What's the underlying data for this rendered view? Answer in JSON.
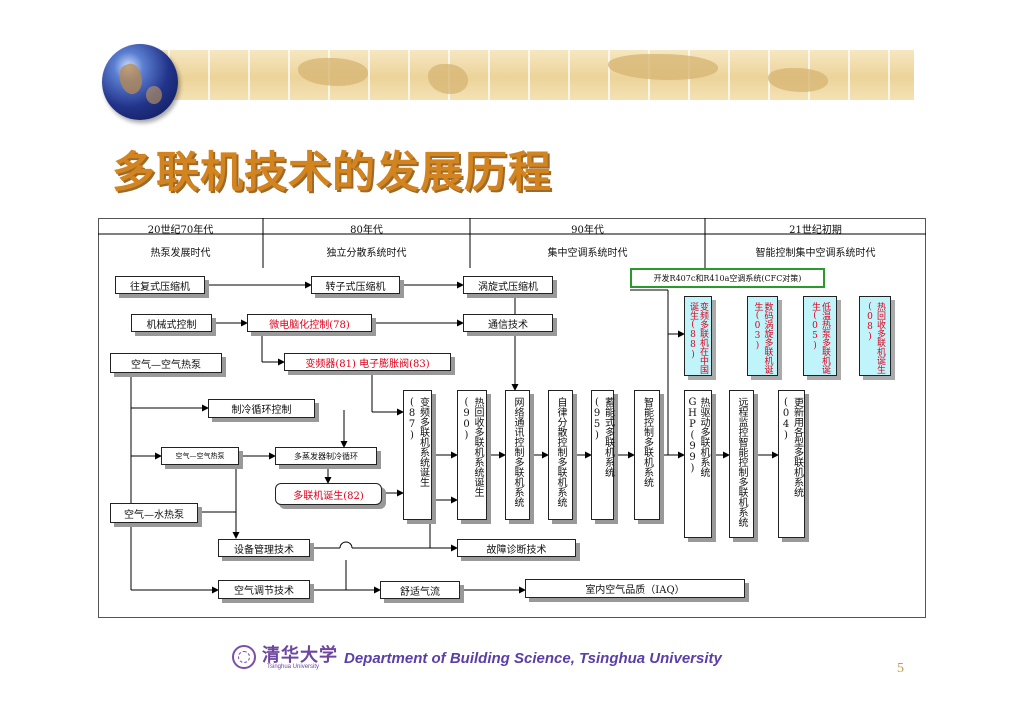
{
  "slide": {
    "title": "多联机技术的发展历程",
    "footer": "Department of Building Science, Tsinghua University",
    "page_number": "5",
    "logo_cn": "清华大学",
    "logo_en": "Tsinghua University"
  },
  "eras": [
    {
      "period": "20世纪70年代",
      "name": "热泵发展时代"
    },
    {
      "period": "80年代",
      "name": "独立分散系统时代"
    },
    {
      "period": "90年代",
      "name": "集中空调系统时代"
    },
    {
      "period": "21世纪初期",
      "name": "智能控制集中空调系统时代"
    }
  ],
  "nodes": {
    "reciprocating": "往复式压缩机",
    "rotary": "转子式压缩机",
    "scroll": "涡旋式压缩机",
    "mechanical_control": "机械式控制",
    "microcomputer": "微电脑化控制(78)",
    "communication": "通信技术",
    "air_air_hp": "空气—空气热泵",
    "inverter_eev": "变频器(81)   电子膨胀阀(83)",
    "refrig_cycle": "制冷循环控制",
    "air_air_hp_small": "空气—空气热泵",
    "multi_evap": "多蒸发器制冷循环",
    "vrf_birth": "多联机诞生(82)",
    "air_water_hp": "空气—水热泵",
    "equipment_mgmt": "设备管理技术",
    "fault_diag": "故障诊断技术",
    "ac_tech": "空气调节技术",
    "comfort_airflow": "舒适气流",
    "iaq": "室内空气品质（IAQ）",
    "refrigerant": "开发R407c和R410a空调系统(CFC对策)",
    "v_inverter_vrf": "变频多联机系统诞生(87)",
    "v_heat_recovery": "热回收多联机系统诞生(90)",
    "v_network": "网络通讯控制多联机系统",
    "v_autonomous": "自律分散控制多联机系统",
    "v_storage": "蓄能式多联机系统(95)",
    "v_smart": "智能控制多联机系统",
    "v_gas": "热驱动多联机系统GHP(99)",
    "v_remote": "远程监控智能控制多联机系统",
    "v_update": "更新用各型多联机系统(04)",
    "c_china": "变频多联机在中国诞生(88)",
    "c_digital": "数码涡旋多联机诞生(03)",
    "c_lowtemp": "低温热泵多联机诞生(05)",
    "c_heatrec": "热回收多联机诞生(08)"
  },
  "colors": {
    "title": "#d4841e",
    "highlight_text": "#e0001b",
    "cyan_box": "#bff4fb",
    "footer": "#5b3ea8"
  }
}
